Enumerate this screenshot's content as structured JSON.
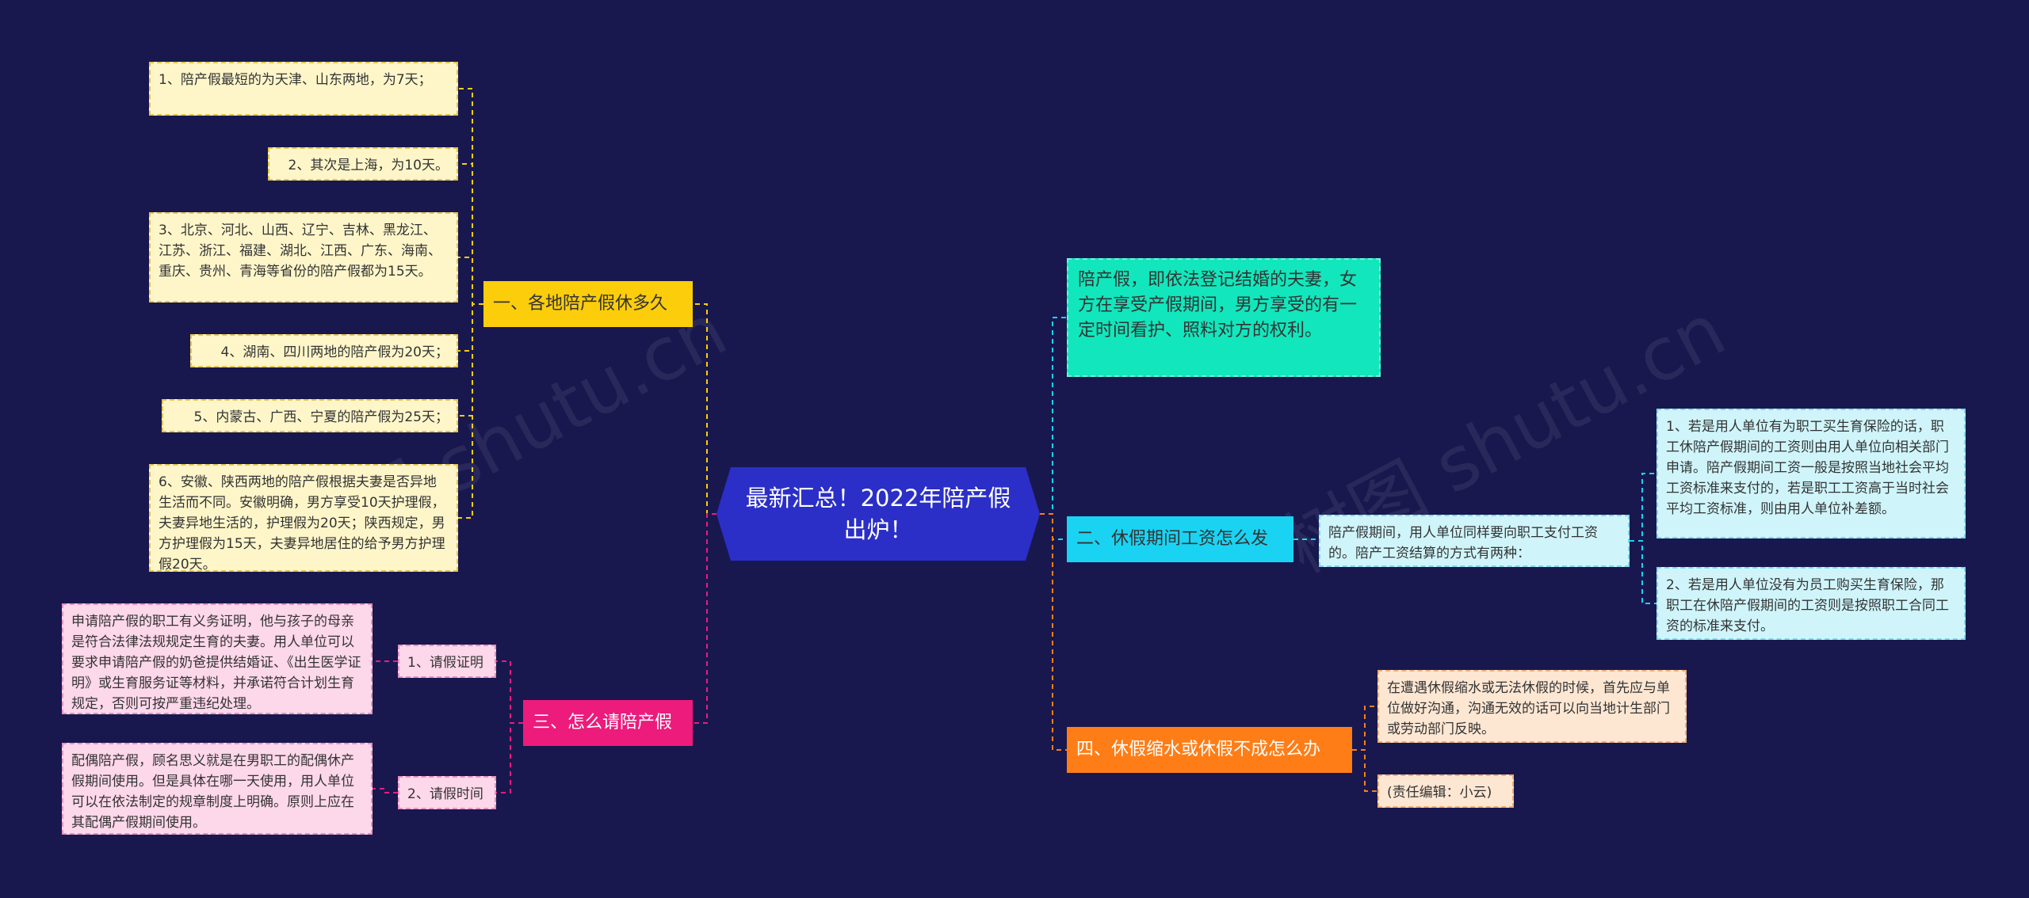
{
  "root": {
    "label": "最新汇总！2022年陪产假出炉！"
  },
  "branches": {
    "b1": {
      "label": "一、各地陪产假休多久",
      "leaves": [
        "1、陪产假最短的为天津、山东两地，为7天；",
        "2、其次是上海，为10天。",
        "3、北京、河北、山西、辽宁、吉林、黑龙江、江苏、浙江、福建、湖北、江西、广东、海南、重庆、贵州、青海等省份的陪产假都为15天。",
        "4、湖南、四川两地的陪产假为20天；",
        "5、内蒙古、广西、宁夏的陪产假为25天；",
        "6、安徽、陕西两地的陪产假根据夫妻是否异地生活而不同。安徽明确，男方享受10天护理假，夫妻异地生活的，护理假为20天；陕西规定，男方护理假为15天，夫妻异地居住的给予男方护理假20天。"
      ]
    },
    "b2": {
      "label": "三、怎么请陪产假",
      "subs": [
        {
          "label": "1、请假证明",
          "leaf": "申请陪产假的职工有义务证明，他与孩子的母亲是符合法律法规规定生育的夫妻。用人单位可以要求申请陪产假的奶爸提供结婚证、《出生医学证明》或生育服务证等材料，并承诺符合计划生育规定，否则可按严重违纪处理。"
        },
        {
          "label": "2、请假时间",
          "leaf": "配偶陪产假，顾名思义就是在男职工的配偶休产假期间使用。但是具体在哪一天使用，用人单位可以在依法制定的规章制度上明确。原则上应在其配偶产假期间使用。"
        }
      ]
    },
    "b3": {
      "label": "陪产假，即依法登记结婚的夫妻，女方在享受产假期间，男方享受的有一定时间看护、照料对方的权利。"
    },
    "b4": {
      "label": "二、休假期间工资怎么发",
      "sub": "陪产假期间，用人单位同样要向职工支付工资的。陪产工资结算的方式有两种：",
      "leaves": [
        "1、若是用人单位有为职工买生育保险的话，职工休陪产假期间的工资则由用人单位向相关部门申请。陪产假期间工资一般是按照当地社会平均工资标准来支付的，若是职工工资高于当时社会平均工资标准，则由用人单位补差额。",
        "2、若是用人单位没有为员工购买生育保险，那职工在休陪产假期间的工资则是按照职工合同工资的标准来支付。"
      ]
    },
    "b5": {
      "label": "四、休假缩水或休假不成怎么办",
      "leaves": [
        "在遭遇休假缩水或无法休假的时候，首先应与单位做好沟通，沟通无效的话可以向当地计生部门或劳动部门反映。",
        "(责任编辑：小云)"
      ]
    }
  },
  "watermarks": [
    "树图 shutu.cn",
    "树图 shutu.cn"
  ],
  "colors": {
    "background": "#18184f",
    "root": "#2b2fc7",
    "b1": "#fbcd0b",
    "b2": "#ec1b7c",
    "b3": "#12e6bc",
    "b4": "#1ad3f2",
    "b5": "#ff7d17"
  }
}
